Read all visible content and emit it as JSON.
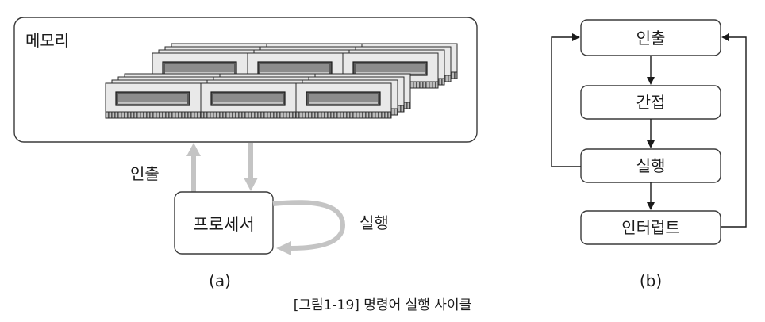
{
  "panel_a": {
    "memory_label": "메모리",
    "fetch_label": "인출",
    "processor_label": "프로세서",
    "execute_label": "실행",
    "panel_label": "(a)"
  },
  "panel_b": {
    "steps": [
      "인출",
      "간접",
      "실행",
      "인터럽트"
    ],
    "panel_label": "(b)"
  },
  "caption": "[그림1-19] 명령어 실행 사이클",
  "colors": {
    "gray_arrow": "#c4c4c4",
    "module_body": "#e9e9e9",
    "module_slot": "#5a5a5a",
    "outline": "#3a3a3a"
  }
}
